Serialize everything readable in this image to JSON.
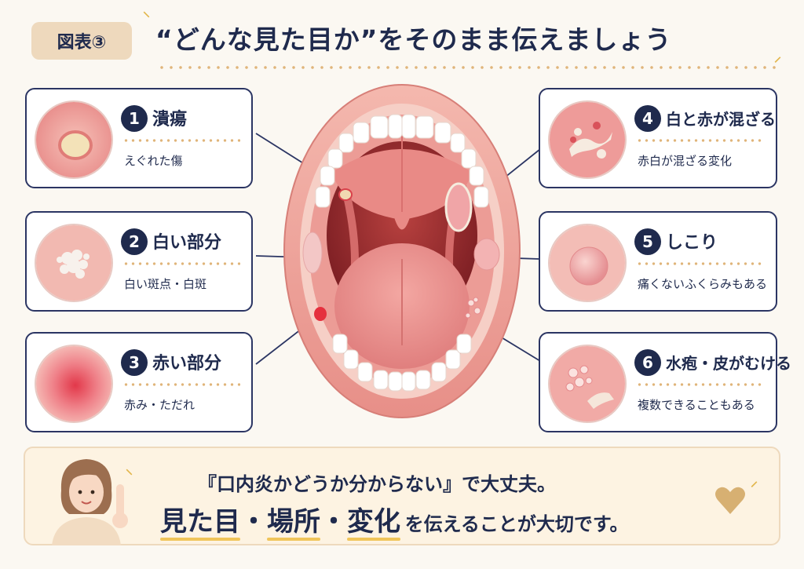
{
  "header": {
    "tag": "図表③",
    "title": "“どんな見た目か”をそのまま伝えましょう"
  },
  "cards": [
    {
      "num": "1",
      "name": "潰瘍",
      "desc": "えぐれた傷"
    },
    {
      "num": "2",
      "name": "白い部分",
      "desc": "白い斑点・白斑"
    },
    {
      "num": "3",
      "name": "赤い部分",
      "desc": "赤み・ただれ"
    },
    {
      "num": "4",
      "name": "白と赤が混ざる",
      "desc": "赤白が混ざる変化"
    },
    {
      "num": "5",
      "name": "しこり",
      "desc": "痛くないふくらみもある"
    },
    {
      "num": "6",
      "name": "水疱・皮がむける",
      "desc": "複数できることもある"
    }
  ],
  "bottom": {
    "line1": "『口内炎かどうか分からない』で大丈夫。",
    "em1": "見た目",
    "dot1": "・",
    "em2": "場所",
    "dot2": "・",
    "em3": "変化",
    "rest": "を伝えることが大切です。"
  },
  "colors": {
    "navy": "#1f2a4d",
    "accent_gold": "#e0b57a",
    "tag_bg": "#eed9bd",
    "panel_bg": "#fdf3e2"
  },
  "icons": {
    "illustration": "open-mouth-illustration",
    "person": "woman-pointing-icon",
    "heart": "heart-icon"
  }
}
